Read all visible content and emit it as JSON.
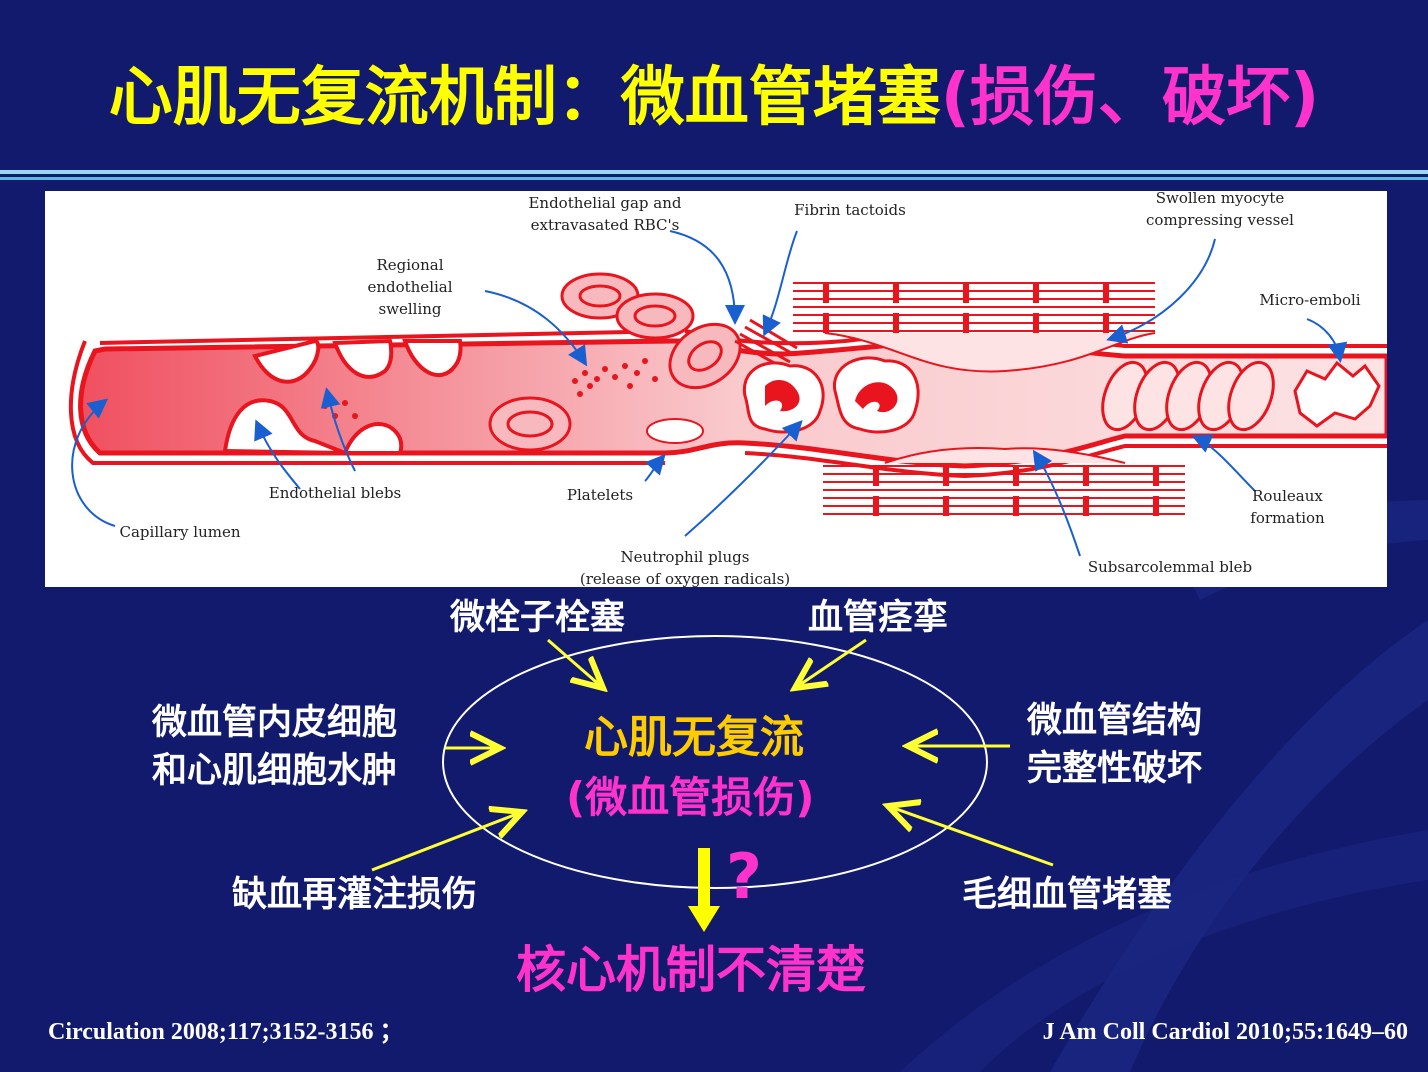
{
  "title": {
    "part1": "心肌无复流机制：微血管堵塞",
    "part2": "(损伤、破坏)"
  },
  "colors": {
    "background": "#121a6e",
    "title": "#ffff00",
    "accent": "#ff33cc",
    "center": "#ffcc00",
    "vessel": "#e8141e",
    "arrow": "#ffff33"
  },
  "diagram_labels": {
    "endothelial_gap": "Endothelial gap and\nextravasated RBC's",
    "fibrin": "Fibrin tactoids",
    "swollen_myocyte": "Swollen myocyte\ncompressing vessel",
    "regional_swelling": "Regional\nendothelial\nswelling",
    "micro_emboli": "Micro-emboli",
    "endothelial_blebs": "Endothelial blebs",
    "platelets": "Platelets",
    "rouleaux": "Rouleaux\nformation",
    "capillary_lumen": "Capillary lumen",
    "neutrophil": "Neutrophil plugs\n(release of oxygen radicals)",
    "subsarcolemmal": "Subsarcolemmal bleb"
  },
  "mechanism": {
    "microembolism": "微栓子栓塞",
    "vasospasm": "血管痉挛",
    "edema": "微血管内皮细胞\n和心肌细胞水肿",
    "structure": "微血管结构\n完整性破坏",
    "reperfusion": "缺血再灌注损伤",
    "capillary": "毛细血管堵塞",
    "center_line1": "心肌无复流",
    "center_line2": "(微血管损伤)",
    "question": "?",
    "core": "核心机制不清楚"
  },
  "citations": {
    "left": "Circulation 2008;117;3152-3156 ；",
    "right": "J Am Coll Cardiol 2010;55:1649–60"
  }
}
